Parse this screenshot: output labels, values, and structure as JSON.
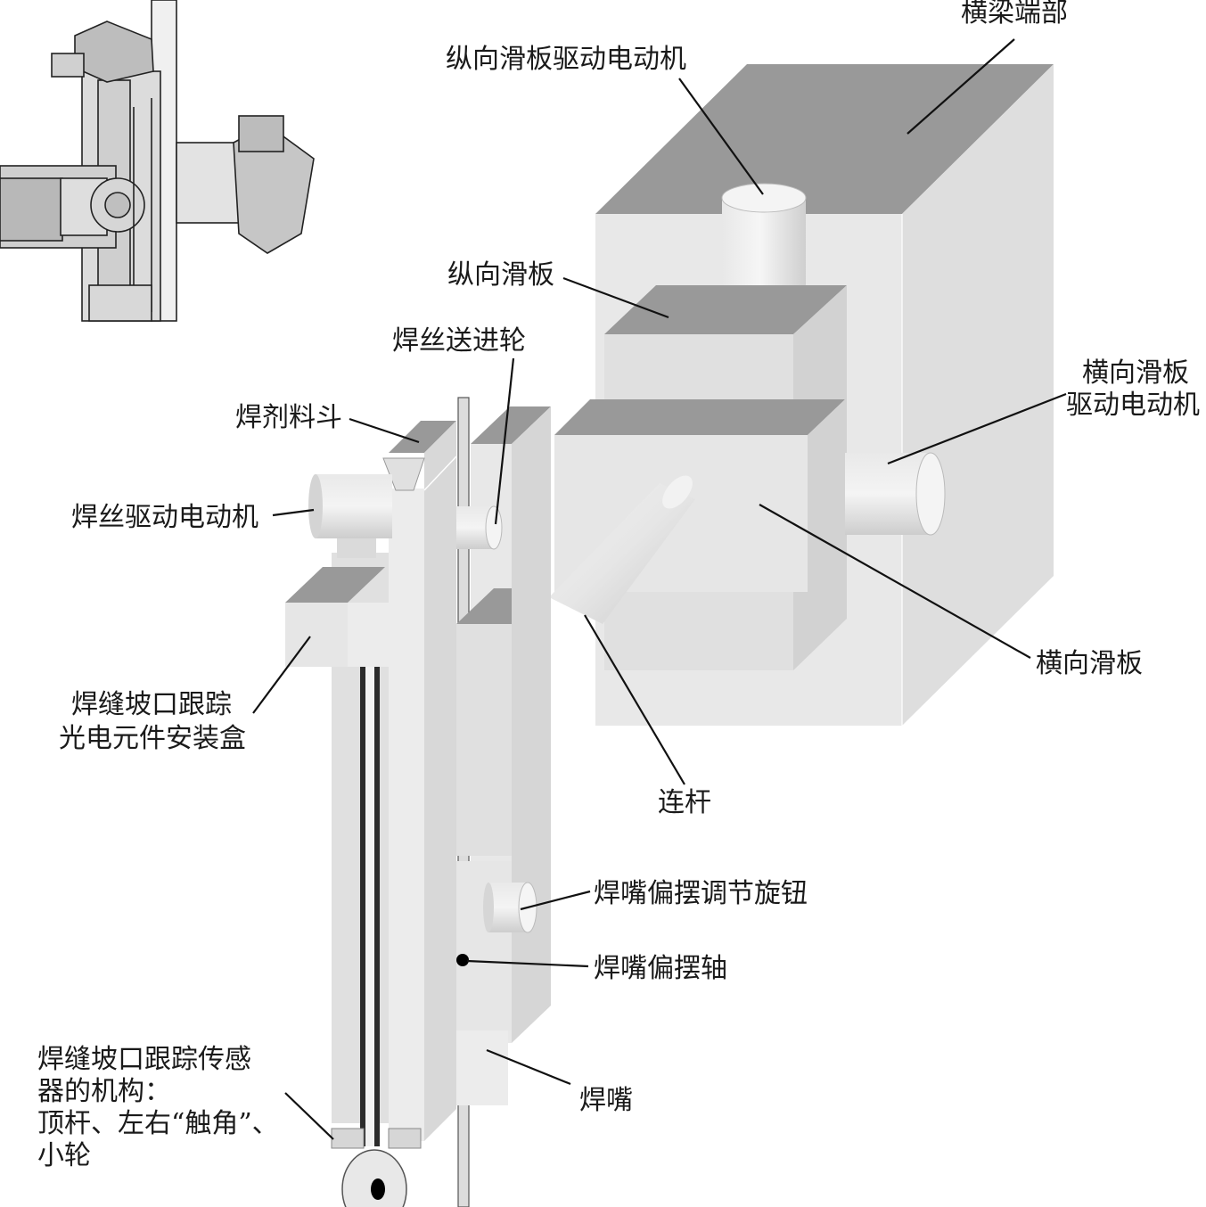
{
  "labels": {
    "beam_end": "横梁端部",
    "long_slide_motor": "纵向滑板驱动电动机",
    "long_slide": "纵向滑板",
    "wire_feed_wheel": "焊丝送进轮",
    "flux_hopper": "焊剂料斗",
    "cross_slide_motor_1": "横向滑板",
    "cross_slide_motor_2": "驱动电动机",
    "wire_motor": "焊丝驱动电动机",
    "cross_slide": "横向滑板",
    "sensor_box_1": "焊缝坡口跟踪",
    "sensor_box_2": "光电元件安装盒",
    "link_rod": "连杆",
    "torch_knob": "焊嘴偏摆调节旋钮",
    "torch_axis": "焊嘴偏摆轴",
    "torch": "焊嘴",
    "mechanism_1": "焊缝坡口跟踪传感",
    "mechanism_2": "器的机构：",
    "mechanism_3": "顶杆、左右“触角”、",
    "mechanism_4": "小轮"
  },
  "colors": {
    "top_face": "#9a9a9a",
    "side_face": "#d9d9d9",
    "front_face": "#e4e4e4",
    "bright_face": "#efefef",
    "leader": "#111111"
  }
}
